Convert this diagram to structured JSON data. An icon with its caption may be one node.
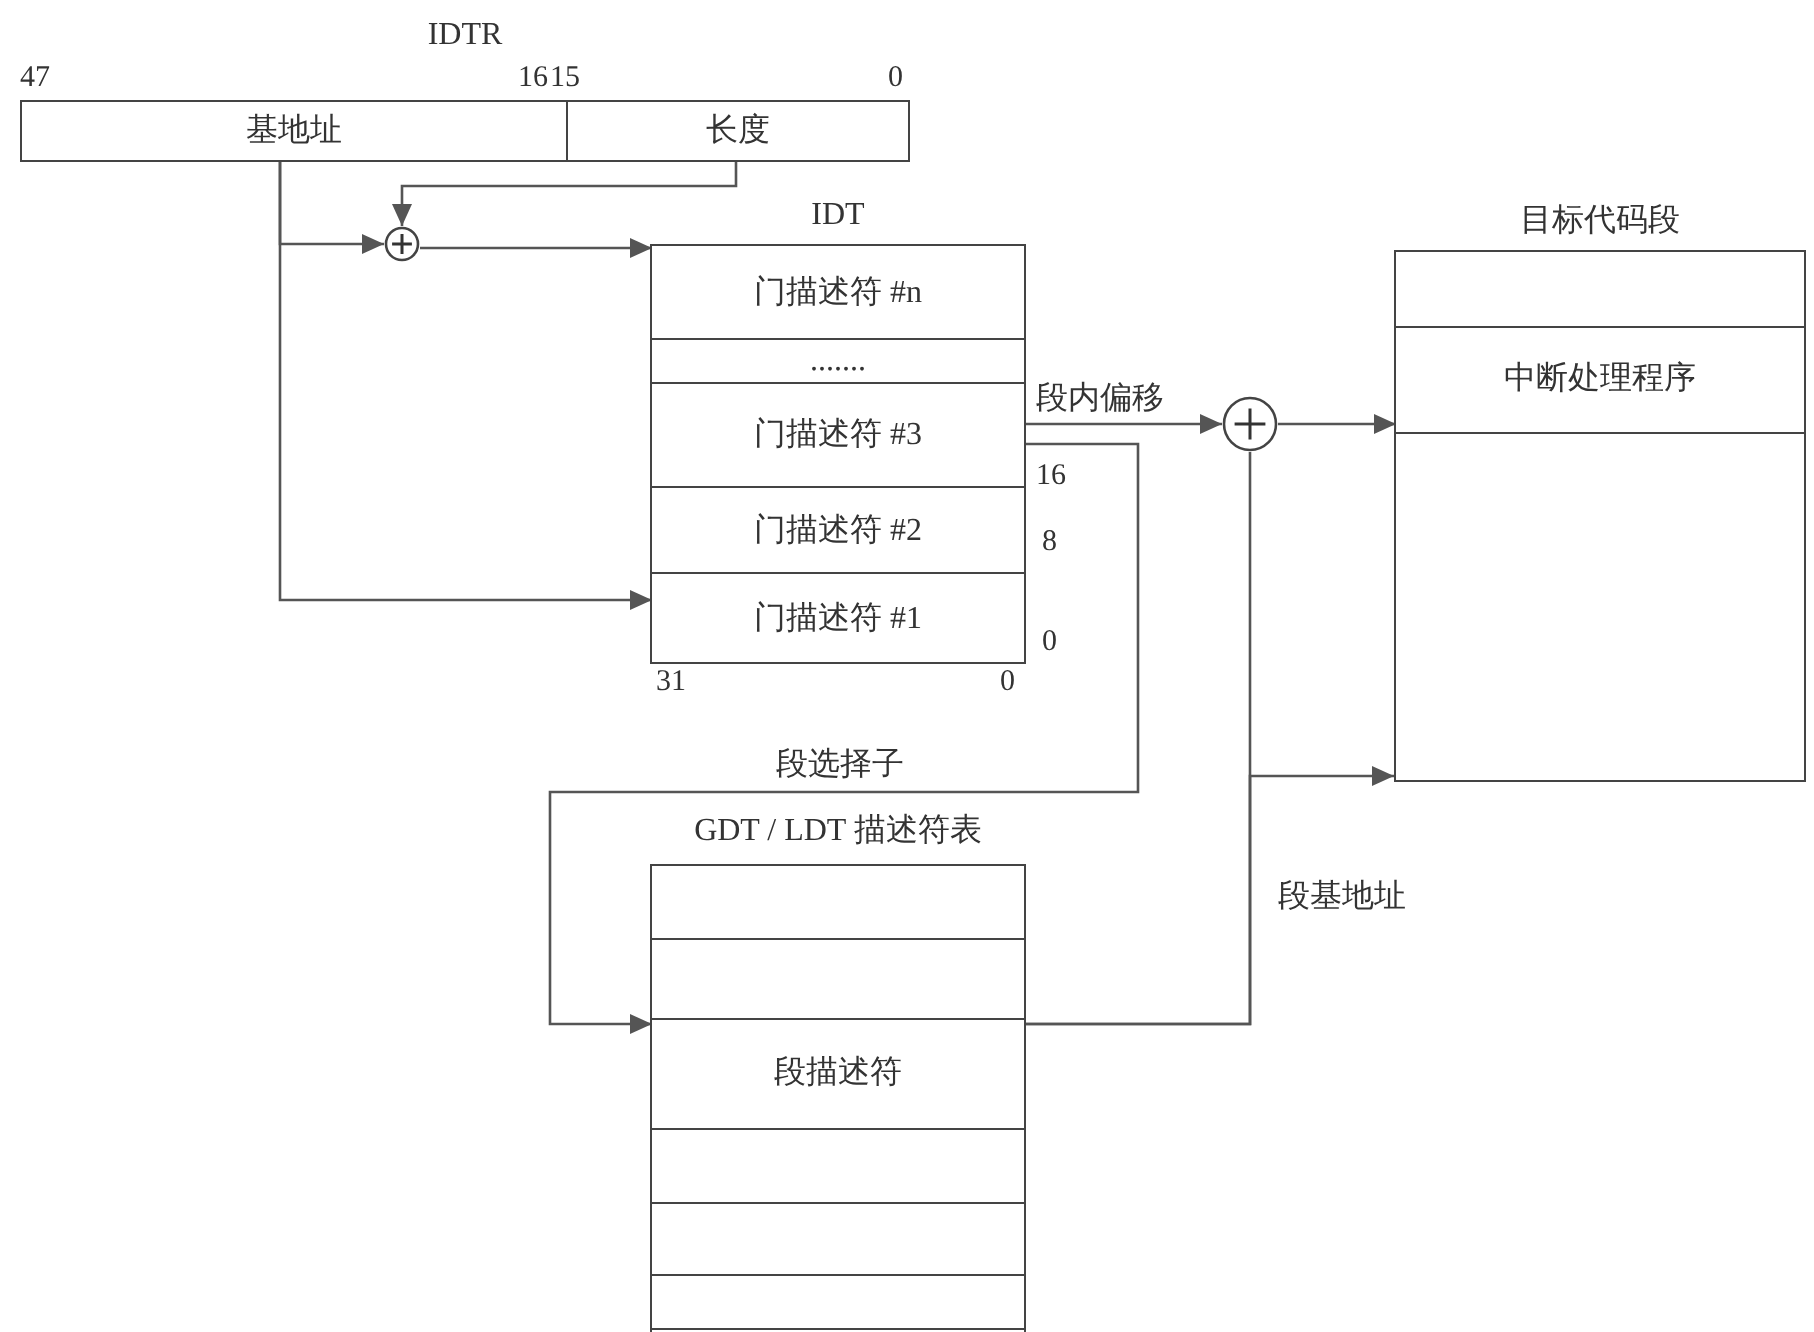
{
  "diagram": {
    "nodes": [
      {
        "text": [
          "IDTR"
        ]
      },
      {
        "text": [
          "基地址"
        ],
        "in": 0
      },
      {
        "text": [
          "长度"
        ],
        "in": 0
      },
      {
        "text": [],
        "shape": "circle"
      },
      {
        "text": [
          "IDT"
        ]
      },
      {
        "text": [
          "门描述符 #n"
        ],
        "in": 4
      },
      {
        "text": [
          "......."
        ],
        "in": 4
      },
      {
        "text": [
          "门描述符 #3"
        ],
        "in": 4
      },
      {
        "text": [
          "门描述符 #2"
        ],
        "in": 4
      },
      {
        "text": [
          "门描述符 #1"
        ],
        "in": 4
      },
      {
        "text": [],
        "shape": "circle"
      },
      {
        "text": [
          "目标代码段"
        ]
      },
      {
        "text": [],
        "shape": "box",
        "in": 11
      },
      {
        "text": [
          "中断处理程序"
        ],
        "in": 11
      },
      {
        "text": [
          "GDT / LDT 描述符表"
        ]
      },
      {
        "text": [],
        "shape": "box",
        "in": 14
      },
      {
        "text": [],
        "shape": "box",
        "in": 14
      },
      {
        "text": [
          "段描述符"
        ],
        "in": 14
      },
      {
        "text": [],
        "shape": "box",
        "in": 14
      },
      {
        "text": [],
        "shape": "box",
        "in": 14
      },
      {
        "text": [],
        "shape": "box",
        "in": 14
      }
    ],
    "edges": [
      {
        "from": 1,
        "to": 3,
        "arrow": "to"
      },
      {
        "from": 1,
        "to": 9,
        "arrow": "to"
      },
      {
        "from": 2,
        "to": 3,
        "arrow": "to"
      },
      {
        "from": 3,
        "to": 5,
        "arrow": "to"
      },
      {
        "from": 7,
        "to": 10,
        "arrow": "to",
        "label": "段内偏移"
      },
      {
        "from": 7,
        "to": 17,
        "arrow": "to",
        "label": "段选择子"
      },
      {
        "from": 10,
        "to": 13,
        "arrow": "to"
      },
      {
        "from": 17,
        "to": 10,
        "arrow": "none"
      },
      {
        "from": 17,
        "to": 11,
        "arrow": "to",
        "label": "段基地址"
      }
    ],
    "labels": [
      "47",
      "16",
      "15",
      "0",
      "16",
      "8",
      "0",
      "31",
      "0"
    ]
  }
}
